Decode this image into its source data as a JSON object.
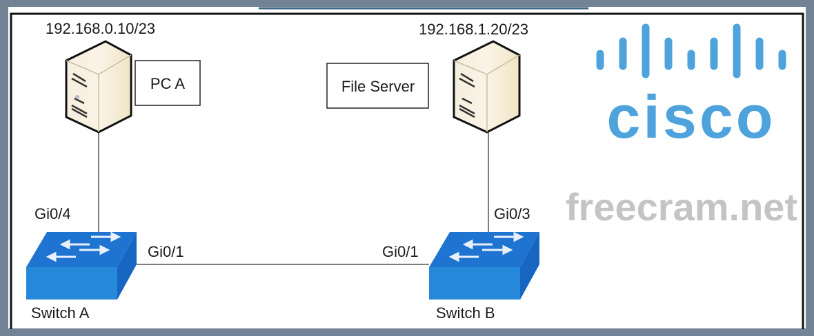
{
  "diagram": {
    "pc_a": {
      "label": "PC A",
      "ip": "192.168.0.10/23",
      "port": "Gi0/4"
    },
    "file_server": {
      "label": "File Server",
      "ip": "192.168.1.20/23",
      "port": "Gi0/3"
    },
    "switch_a": {
      "label": "Switch A",
      "uplink_port": "Gi0/1"
    },
    "switch_b": {
      "label": "Switch B",
      "uplink_port": "Gi0/1"
    }
  },
  "watermarks": {
    "logo": "cisco",
    "site": "freecram.net"
  },
  "colors": {
    "switch_blue": "#1f7fd6",
    "frame": "#728396",
    "watermark_blue": "#4ea3dc",
    "watermark_gray": "#c4c4c4"
  }
}
